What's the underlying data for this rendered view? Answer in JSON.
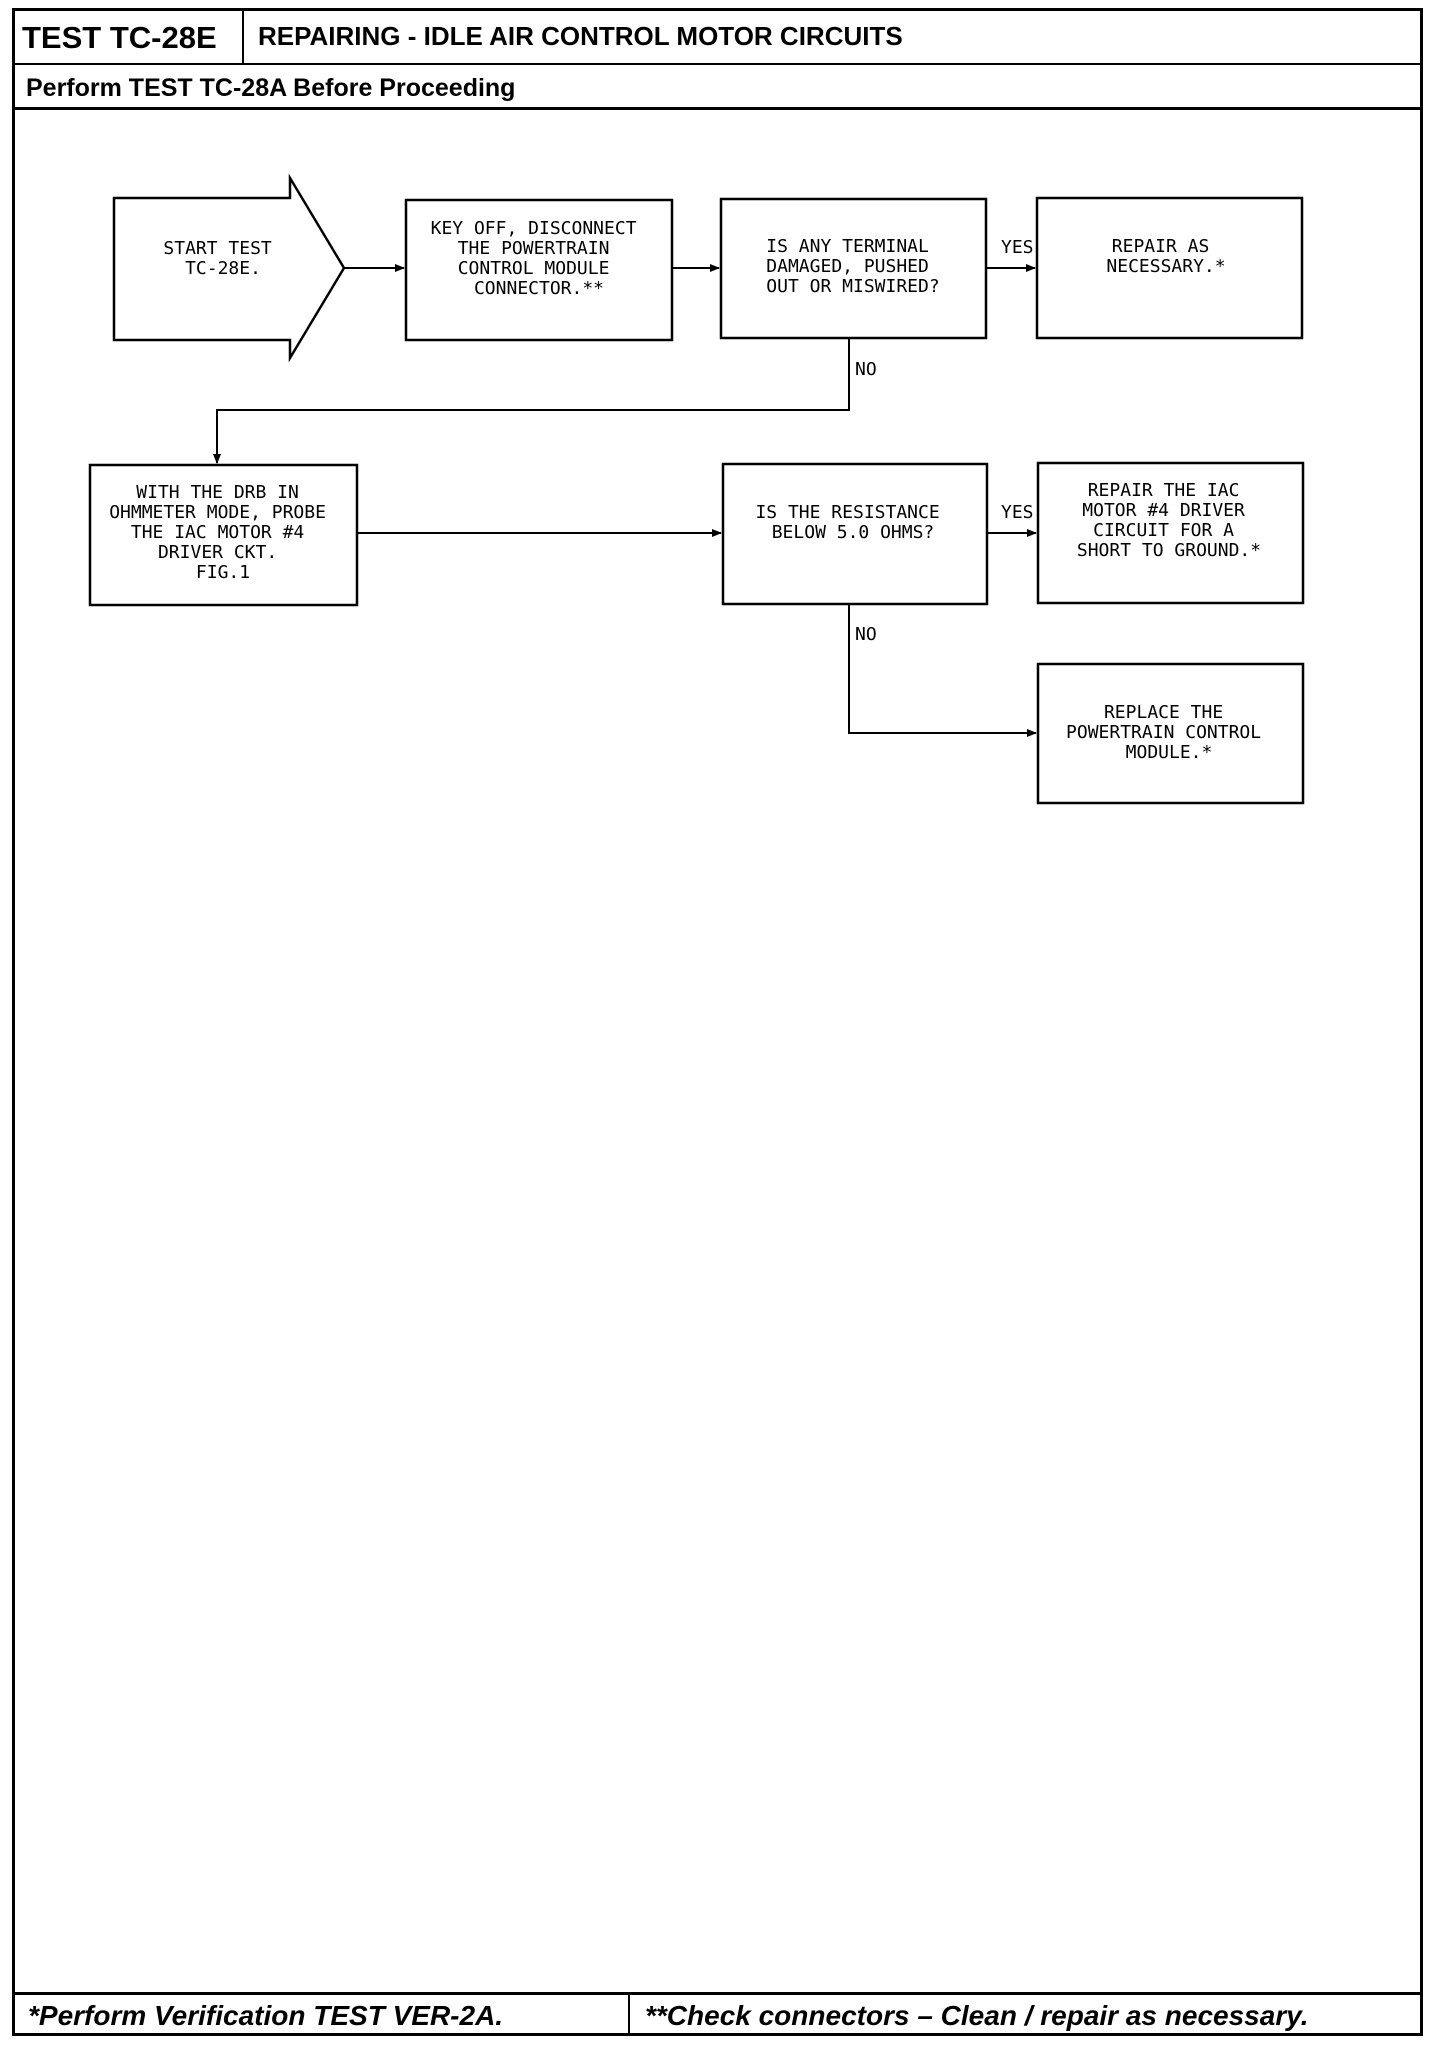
{
  "header": {
    "test_id": "TEST TC-28E",
    "title": "REPAIRING - IDLE AIR CONTROL MOTOR CIRCUITS",
    "subtitle": "Perform TEST TC-28A Before Proceeding"
  },
  "flowchart": {
    "start": [
      "START TEST",
      "TC-28E."
    ],
    "step1": [
      "KEY OFF, DISCONNECT",
      "THE POWERTRAIN",
      "CONTROL MODULE",
      "CONNECTOR.**"
    ],
    "question1": [
      "IS ANY TERMINAL",
      "DAMAGED, PUSHED",
      "OUT OR MISWIRED?"
    ],
    "result1": [
      "REPAIR AS",
      "NECESSARY.*"
    ],
    "step2": [
      "WITH THE DRB IN",
      "OHMMETER MODE, PROBE",
      "THE IAC MOTOR #4",
      "DRIVER CKT.",
      "FIG.1"
    ],
    "question2": [
      "IS THE RESISTANCE",
      "BELOW 5.0 OHMS?"
    ],
    "result2": [
      "REPAIR THE IAC",
      "MOTOR #4 DRIVER",
      "CIRCUIT FOR A",
      "SHORT TO GROUND.*"
    ],
    "result3": [
      "REPLACE THE",
      "POWERTRAIN CONTROL",
      "MODULE.*"
    ],
    "yes_label": "YES",
    "no_label": "NO"
  },
  "footer": {
    "note1": "*Perform Verification TEST VER-2A.",
    "note2": "**Check connectors – Clean / repair as necessary."
  }
}
